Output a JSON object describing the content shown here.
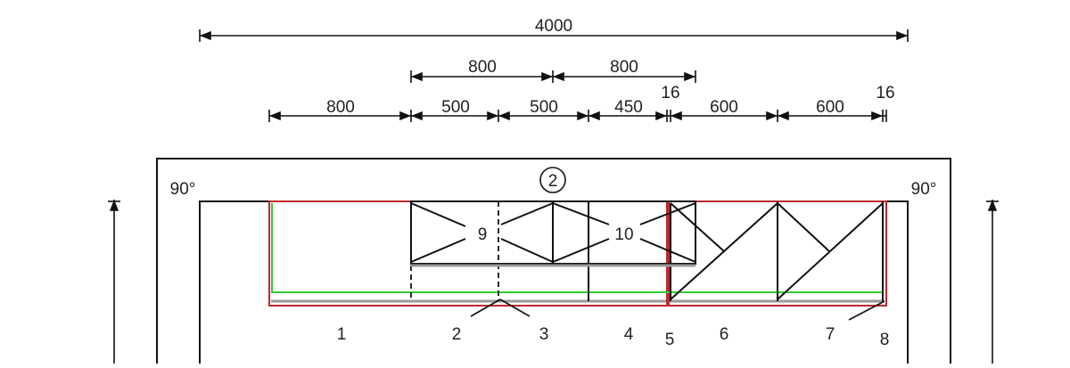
{
  "dimensions": {
    "total": "4000",
    "row2": [
      "800",
      "800"
    ],
    "row3": [
      "800",
      "500",
      "500",
      "450",
      "16",
      "600",
      "600",
      "16"
    ]
  },
  "angles": {
    "left": "90°",
    "right": "90°"
  },
  "wall_marker": "2",
  "unit_labels": [
    "1",
    "2",
    "3",
    "4",
    "5",
    "6",
    "7",
    "8",
    "9",
    "10"
  ],
  "colors": {
    "cabinet_outline": "#c0272d",
    "front_line": "#2ecc2e",
    "countertop": "#999999"
  }
}
